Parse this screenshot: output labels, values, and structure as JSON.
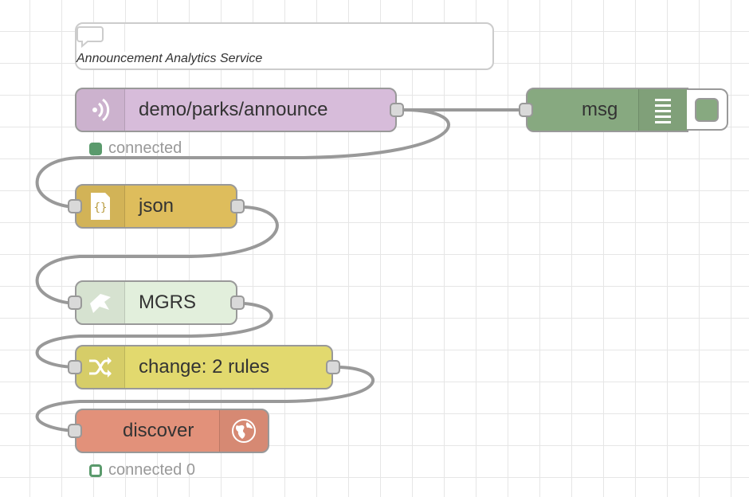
{
  "comment": {
    "label": "Announcement Analytics Service"
  },
  "nodes": {
    "mqtt_in": {
      "label": "demo/parks/announce",
      "color": "#d7bcda",
      "status": "connected",
      "status_color": "#5a9a6c"
    },
    "debug": {
      "label": "msg",
      "color": "#87a980"
    },
    "json": {
      "label": "json",
      "color": "#debd5c"
    },
    "mgrs": {
      "label": "MGRS",
      "color": "#e2efdc"
    },
    "change": {
      "label": "change: 2 rules",
      "color": "#e2d96e"
    },
    "discover": {
      "label": "discover",
      "color": "#e2917a",
      "status": "connected 0",
      "status_color": "#5a9a6c"
    }
  },
  "icons": {
    "comment": "speech-bubble-icon",
    "mqtt_in": "signal-waves-icon",
    "debug": "list-lines-icon",
    "json": "braces-file-icon",
    "mgrs": "map-arrow-icon",
    "change": "shuffle-icon",
    "discover": "globe-icon"
  }
}
